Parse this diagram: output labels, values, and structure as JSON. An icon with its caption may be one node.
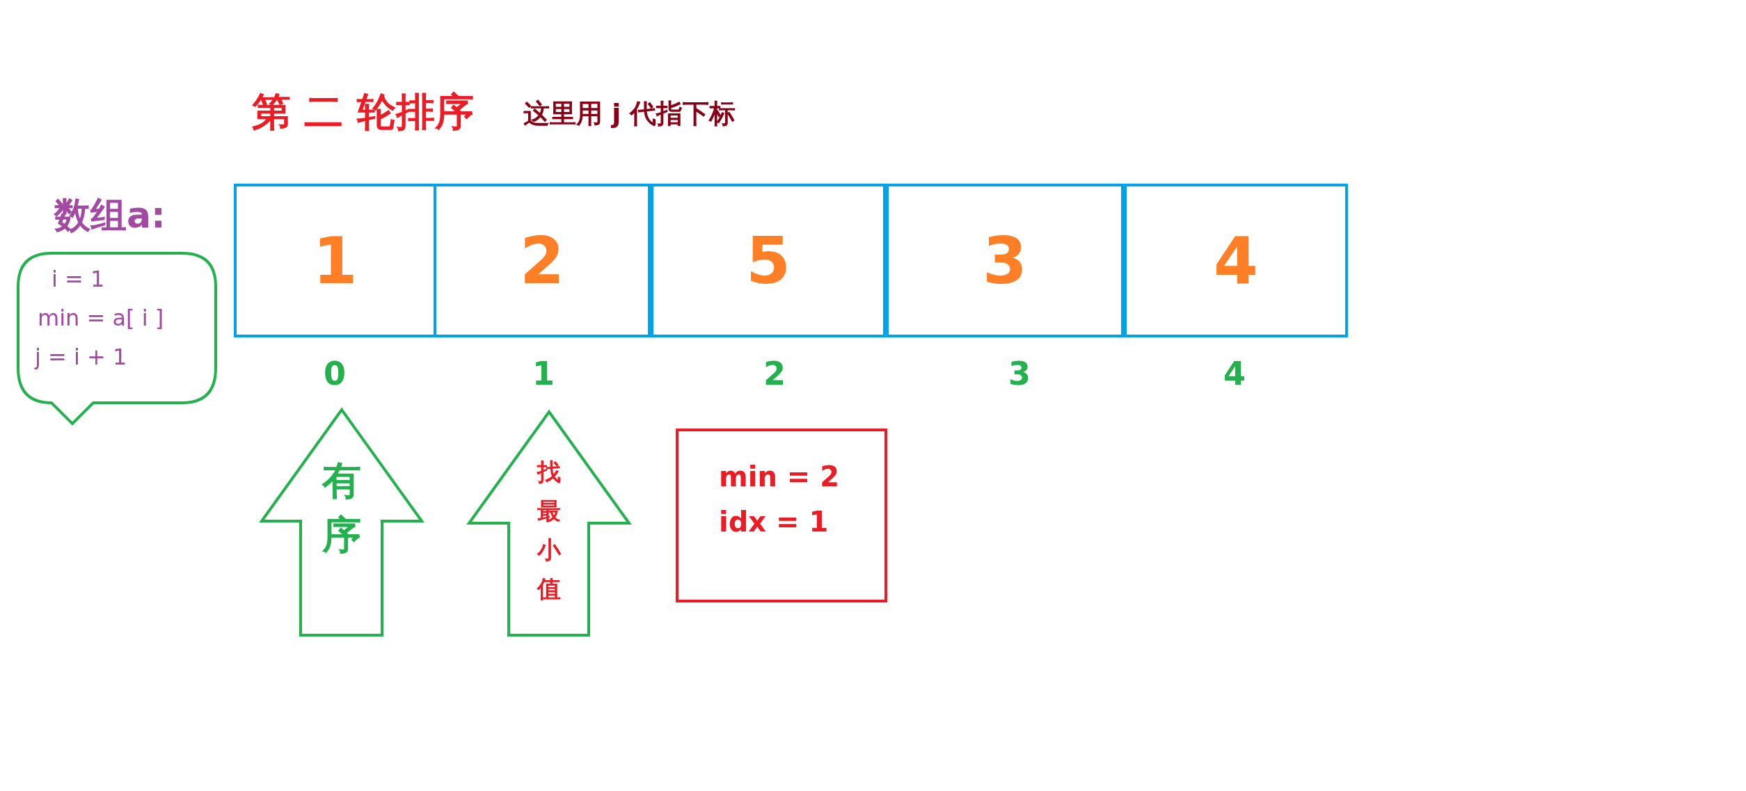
{
  "diagram": {
    "title": "第 二 轮排序",
    "nodes": [
      {
        "text": [
          "1"
        ]
      },
      {
        "text": [
          "2"
        ]
      },
      {
        "text": [
          "5"
        ]
      },
      {
        "text": [
          "3"
        ]
      },
      {
        "text": [
          "4"
        ]
      },
      {
        "text": [
          "i = 1",
          "min = a[ i ]",
          "j = i + 1"
        ]
      },
      {
        "text": [
          "有序"
        ]
      },
      {
        "text": [
          "找最小值"
        ]
      },
      {
        "text": [
          "min = 2",
          "idx = 1"
        ]
      }
    ],
    "edges": [],
    "labels": [
      "这里用 j 代指下标",
      "数组a:",
      "0",
      "1",
      "2",
      "3",
      "4"
    ]
  }
}
